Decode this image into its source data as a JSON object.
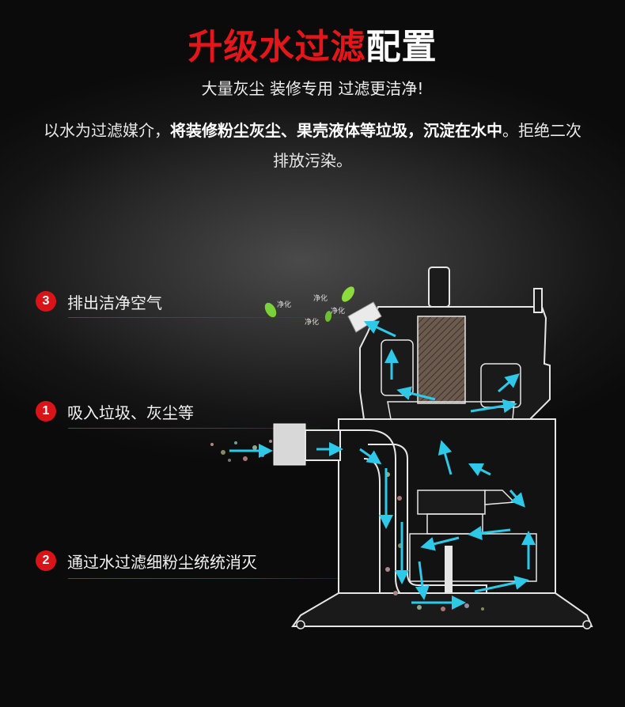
{
  "title": {
    "red": "升级水过滤",
    "white": "配置"
  },
  "subtitle": "大量灰尘 装修专用 过滤更洁净!",
  "description": {
    "part1": "以水为过滤媒介，",
    "bold": "将装修粉尘灰尘、果壳液体等垃圾，沉淀在水中",
    "part2": "。拒绝二次排放污染。"
  },
  "labels": [
    {
      "number": "3",
      "text": "排出洁净空气"
    },
    {
      "number": "1",
      "text": "吸入垃圾、灰尘等"
    },
    {
      "number": "2",
      "text": "通过水过滤细粉尘统统消灭"
    }
  ],
  "exhaust_tags": [
    "净化",
    "净化",
    "净化",
    "净化"
  ],
  "colors": {
    "accent_red": "#e4161a",
    "badge_red": "#d81418",
    "flow_arrow": "#2ec8e8",
    "machine_line": "#e6e6e6"
  },
  "icons": {
    "machine": "vacuum-cross-section-diagram",
    "leaf": "leaf-icon",
    "arrow": "airflow-arrow-icon"
  }
}
